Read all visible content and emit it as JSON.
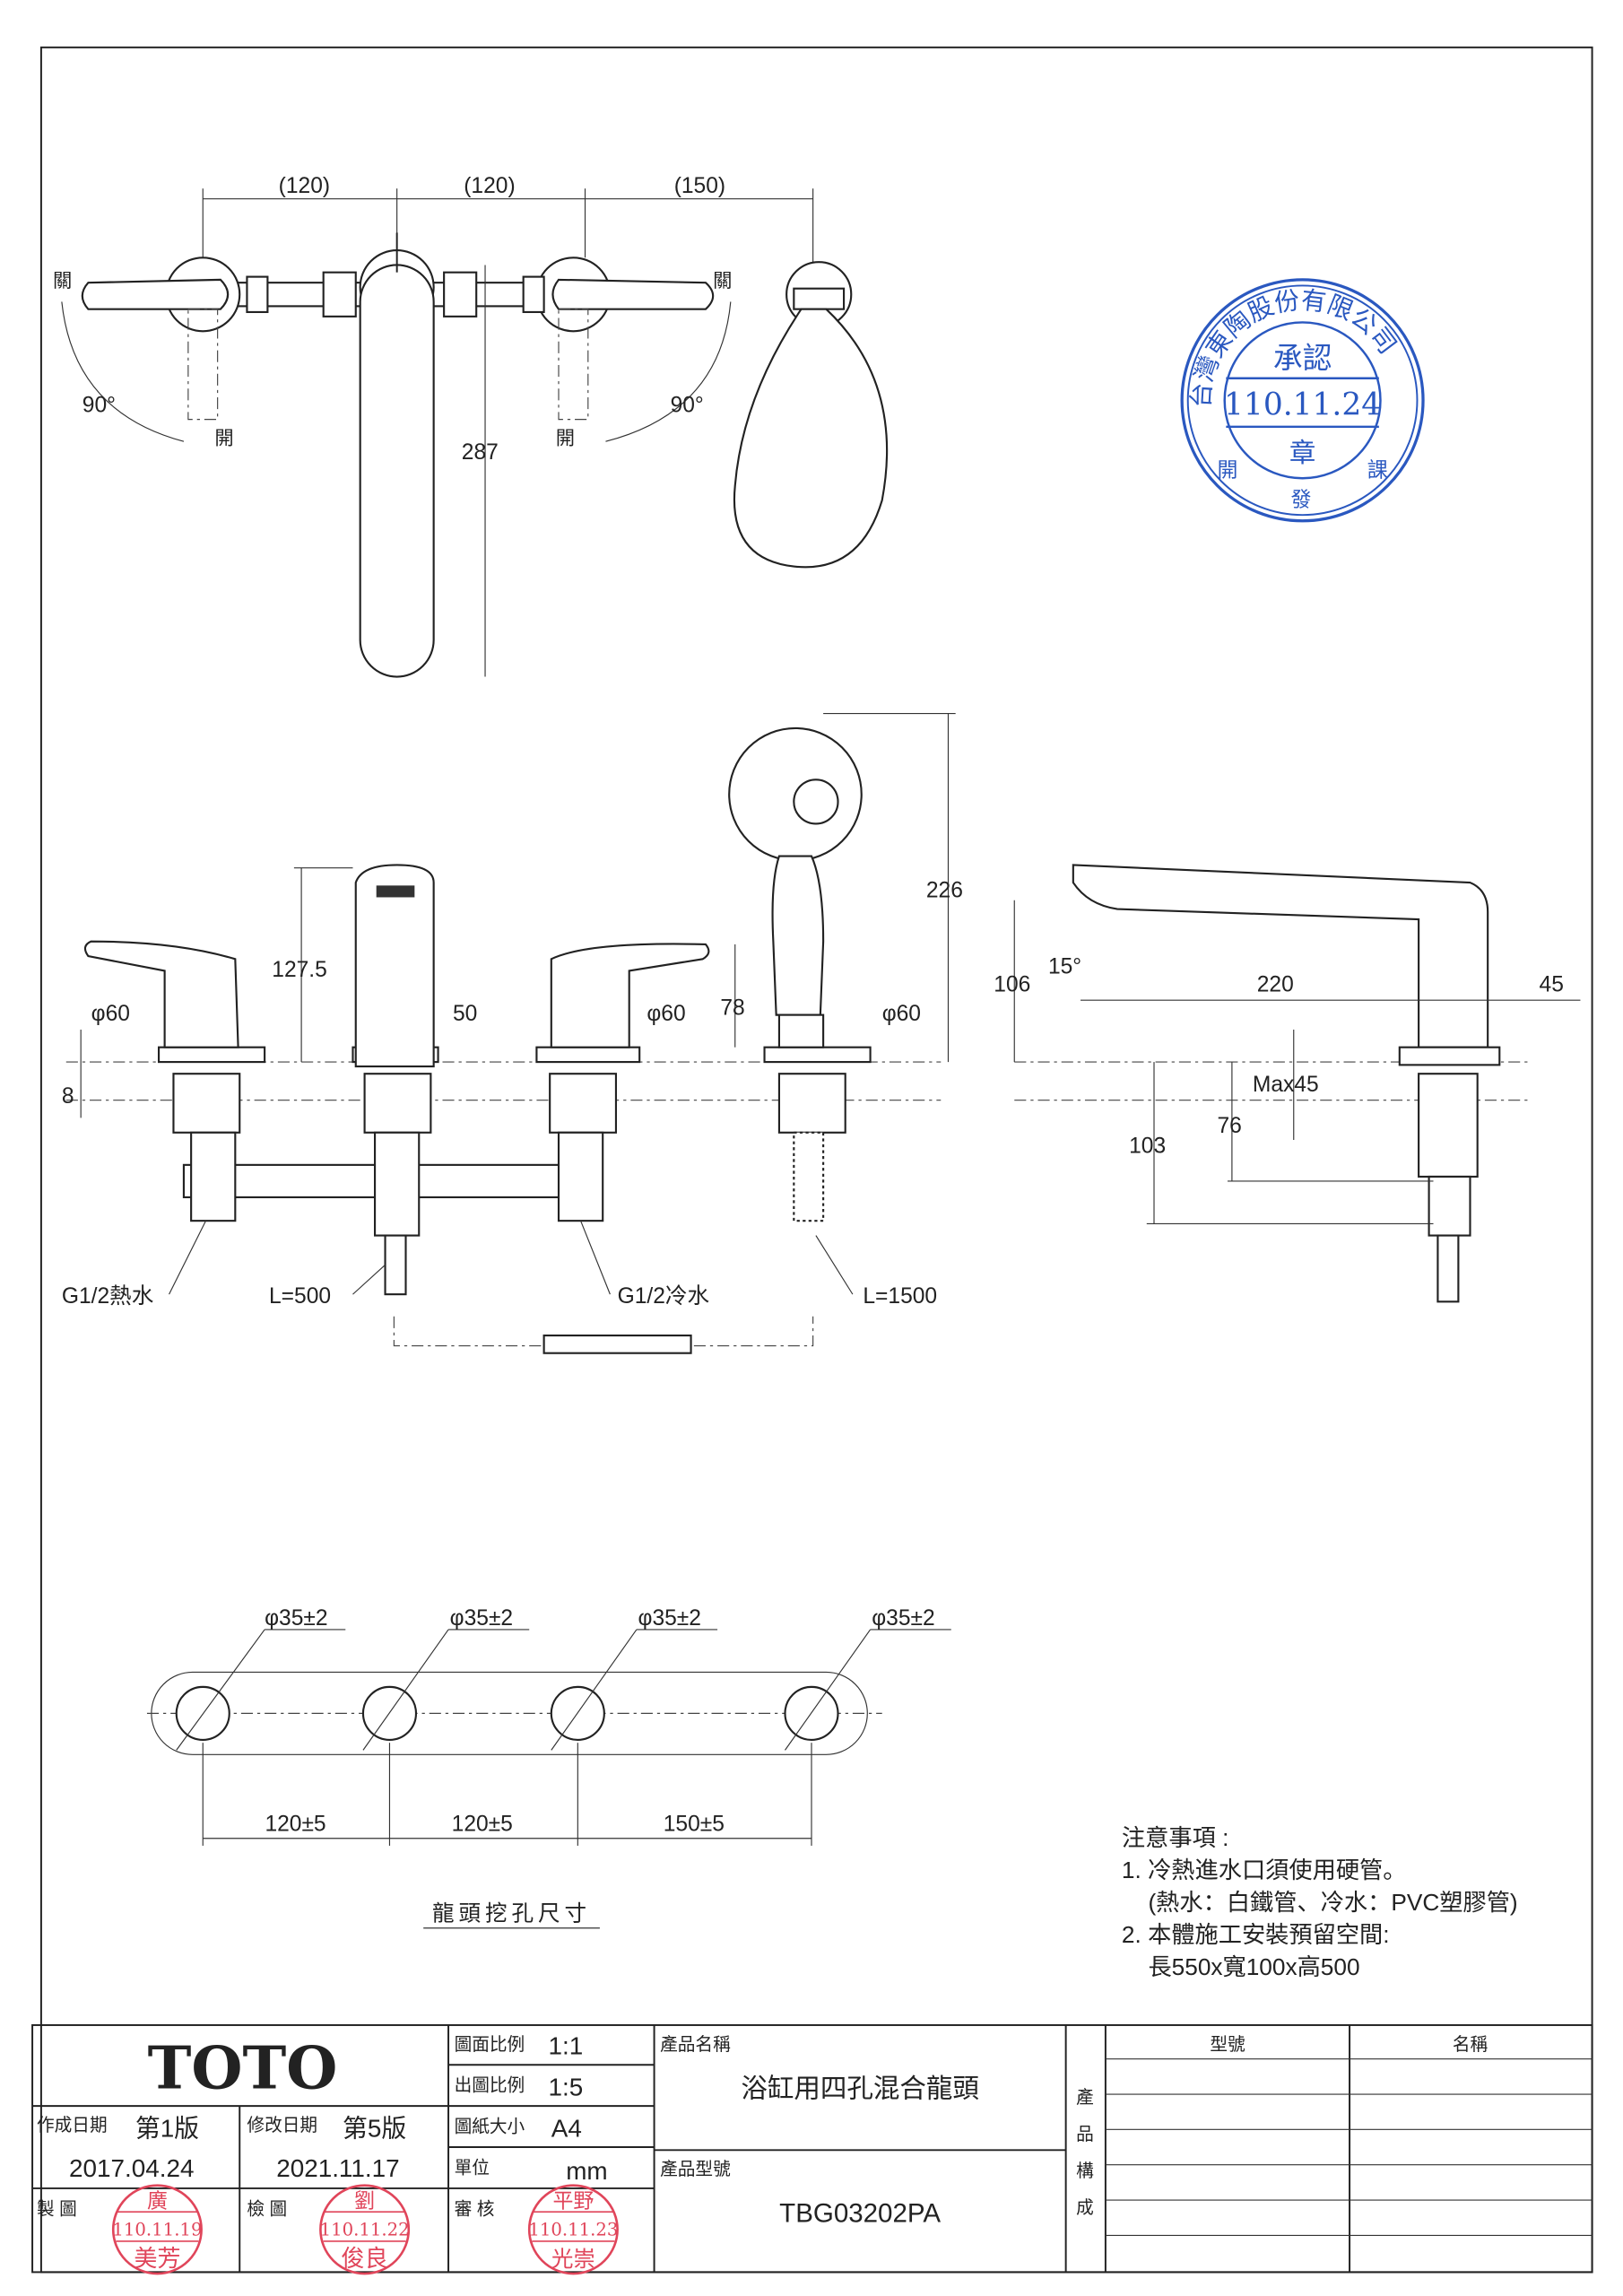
{
  "top_view": {
    "dims": [
      "(120)",
      "(120)",
      "(150)",
      "287"
    ],
    "angle_left": "90°",
    "angle_right": "90°",
    "close_label": "關",
    "open_label": "開"
  },
  "front_view": {
    "dims": {
      "spout_height": "127.5",
      "spout_width": "50",
      "handle_height": "78",
      "shower_height": "226",
      "phi_left": "φ60",
      "phi_mid": "φ60",
      "phi_right": "φ60",
      "deck": "8"
    },
    "callouts": {
      "hot": "G1/2熱水",
      "hose_short": "L=500",
      "cold": "G1/2冷水",
      "hose_long": "L=1500"
    }
  },
  "side_view": {
    "dims": {
      "height": "106",
      "angle": "15°",
      "reach": "220",
      "offset": "45",
      "max_deck": "Max45",
      "depth1": "76",
      "depth2": "103"
    }
  },
  "hole_view": {
    "hole_labels": [
      "φ35±2",
      "φ35±2",
      "φ35±2",
      "φ35±2"
    ],
    "spacing": [
      "120±5",
      "120±5",
      "150±5"
    ],
    "caption": "龍頭挖孔尺寸"
  },
  "notes": {
    "title": "注意事項 :",
    "lines": [
      "1. 冷熱進水口須使用硬管。",
      "(熱水：白鐵管、冷水：PVC塑膠管)",
      "2. 本體施工安裝預留空間:",
      "長550x寬100x高500"
    ]
  },
  "approval_stamp": {
    "company": "台灣東陶股份有限公司",
    "title": "承認",
    "date": "110.11.24",
    "seal": "章",
    "dept": [
      "開",
      "發",
      "課"
    ],
    "color": "#2a58c0"
  },
  "title_block": {
    "brand": "TOTO",
    "drawing_scale_label": "圖面比例",
    "drawing_scale": "1:1",
    "print_scale_label": "出圖比例",
    "print_scale": "1:5",
    "paper_label": "圖紙大小",
    "paper": "A4",
    "unit_label": "單位",
    "unit": "mm",
    "created_label": "作成日期",
    "created_version": "第1版",
    "created_date": "2017.04.24",
    "revised_label": "修改日期",
    "revised_version": "第5版",
    "revised_date": "2021.11.17",
    "drawn_label": "製 圖",
    "checked_label": "檢 圖",
    "reviewed_label": "審 核",
    "product_name_label": "產品名稱",
    "product_name": "浴缸用四孔混合龍頭",
    "product_code_label": "產品型號",
    "product_code": "TBG03202PA",
    "composition_label": [
      "產",
      "品",
      "構",
      "成"
    ],
    "col_model": "型號",
    "col_name": "名稱"
  },
  "signature_stamps": [
    {
      "top": "廣",
      "date": "110.11.19",
      "name": "美芳"
    },
    {
      "top": "劉",
      "date": "110.11.22",
      "name": "俊良"
    },
    {
      "top": "平野",
      "date": "110.11.23",
      "name": "光崇"
    }
  ],
  "stamp_color": "#e0455a"
}
